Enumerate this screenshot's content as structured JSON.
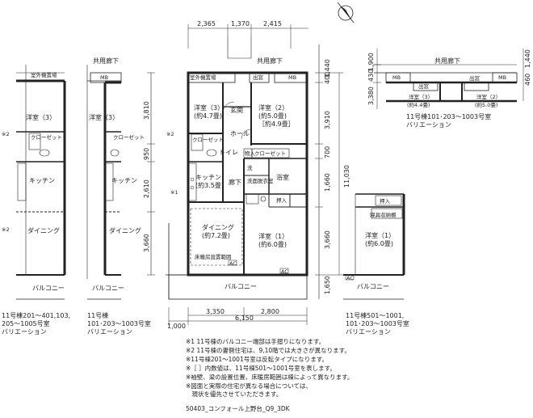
{
  "dims_top": [
    "2,365",
    "1,370",
    "2,415"
  ],
  "dims_right": [
    "1,440",
    "400",
    "3,910",
    "700",
    "1,660",
    "3,660",
    "1,650"
  ],
  "dim_right_total": "11,030",
  "dims_left": [
    "3,810",
    "950",
    "2,610",
    "3,660"
  ],
  "dims_bottom": [
    "3,350",
    "2,800"
  ],
  "dim_bottom_total": "6,150",
  "dim_bottom_left": "1,000",
  "dims_right_plan": [
    "1,900",
    "3,380",
    "430",
    "460",
    "1,440"
  ],
  "labels": {
    "corridor": "共用廊下",
    "storage_outdoor": "室外機置場",
    "balcony": "バルコニー",
    "mb": "MB",
    "entrance": "玄関",
    "hall": "ホール",
    "toilet": "トイレ",
    "closet": "クロー\nゼット",
    "closet_long": "クローゼット",
    "storage": "物入",
    "wash": "洗",
    "washroom": "洗面\n脱衣室",
    "bath": "浴室",
    "oshiire": "押入",
    "hallway": "廊下",
    "floor_heating": "床暖房設置範囲",
    "window": "出窓",
    "kitchen": "キッチン",
    "kitchen_size": "(約3.5畳)",
    "dining": "ダイニング",
    "dining_size": "(約7.2畳)",
    "room1": "洋室（1）",
    "room1_size": "(約6.0畳)",
    "room2": "洋室（2）",
    "room2_size": "(約5.0畳)",
    "room2_size_alt": "［約4.9畳］",
    "room3": "洋室（3）",
    "room3_size": "(約4.7畳)",
    "room3_size_b": "(約4.4畳)",
    "room2_size_b": "(約5.0畳)",
    "bedding_storage": "寝具収納棚",
    "ac": "AC",
    "mark1": "※1",
    "mark2": "※2"
  },
  "captions": {
    "left1": [
      "11号棟201～401,103,",
      "205～1005号室",
      "バリエーション"
    ],
    "left2": [
      "11号棟",
      "101･203～1003号室",
      "バリエーション"
    ],
    "topright": [
      "11号棟101･203～1003号室",
      "バリエーション"
    ],
    "bottomright": [
      "11号棟501～1001,",
      "101･203～1003号室",
      "バリエーション"
    ]
  },
  "notes": [
    "※1 11号棟のバルコニー端部は手摺りになります。",
    "※2 11号棟の妻側住宅は、9,10階では大きさが異なります。",
    "※11号棟201～1001号室は反転タイプになります。",
    "※［ ］内数値は、11号棟501～1001号室を表します。",
    "※袖壁、梁の設置位置、床暖房範囲は棟によって異なります。",
    "※図面と実際の住宅が異なる場合については、",
    "　現状を優先させていただきます。"
  ],
  "footer": "50403_コンフォール上野台_Q9_3DK"
}
